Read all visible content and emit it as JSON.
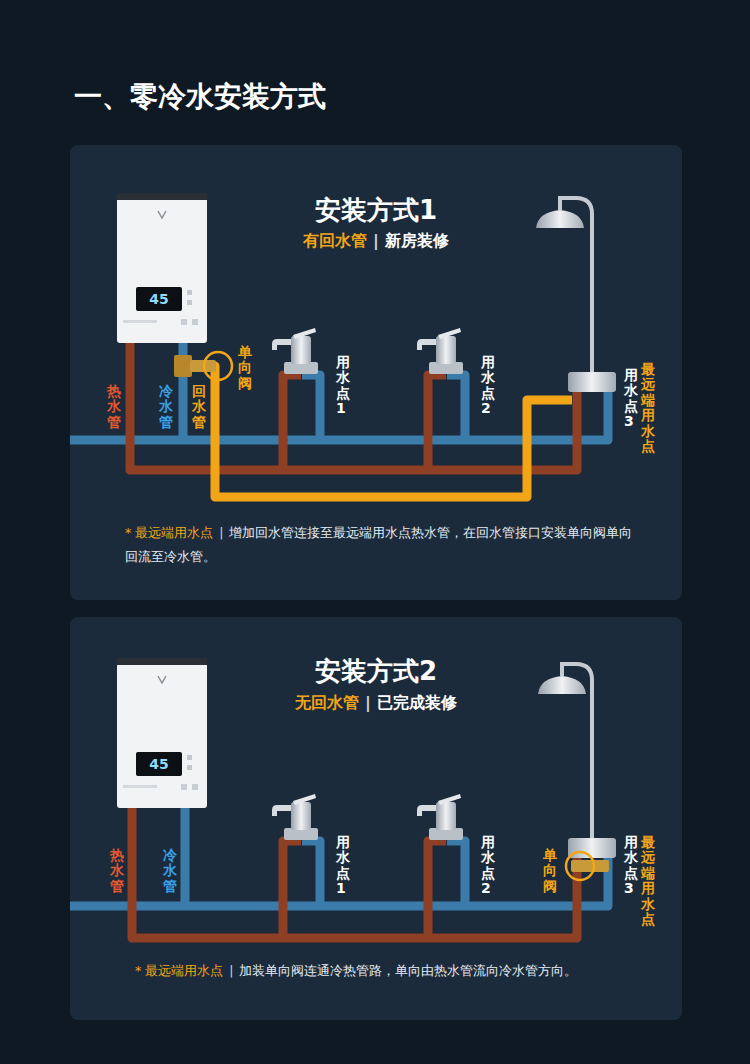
{
  "diagram": {
    "title": "一、零冷水安装方式",
    "nodes": [
      {
        "text": [
          "安装方式1",
          "有回水管",
          "新房装修",
          "* 最远端用水点",
          "增加回水管连接至最远端用水点热水管，在回水管接口安装单向阀单向回流至冷水管。"
        ]
      },
      {
        "text": [
          "安装方式2",
          "无回水管",
          "已完成装修",
          "* 最远端用水点",
          "加装单向阀连通冷热管路，单向由热水管流向冷水管方向。"
        ]
      }
    ],
    "labels": [
      "45",
      "热水管",
      "冷水管",
      "回水管",
      "单向阀",
      "用水点1",
      "用水点2",
      "用水点3",
      "最远端用水点",
      "|",
      "|",
      "45",
      "热水管",
      "冷水管",
      "用水点1",
      "用水点2",
      "单向阀",
      "用水点3",
      "最远端用水点",
      "|",
      "|"
    ]
  }
}
